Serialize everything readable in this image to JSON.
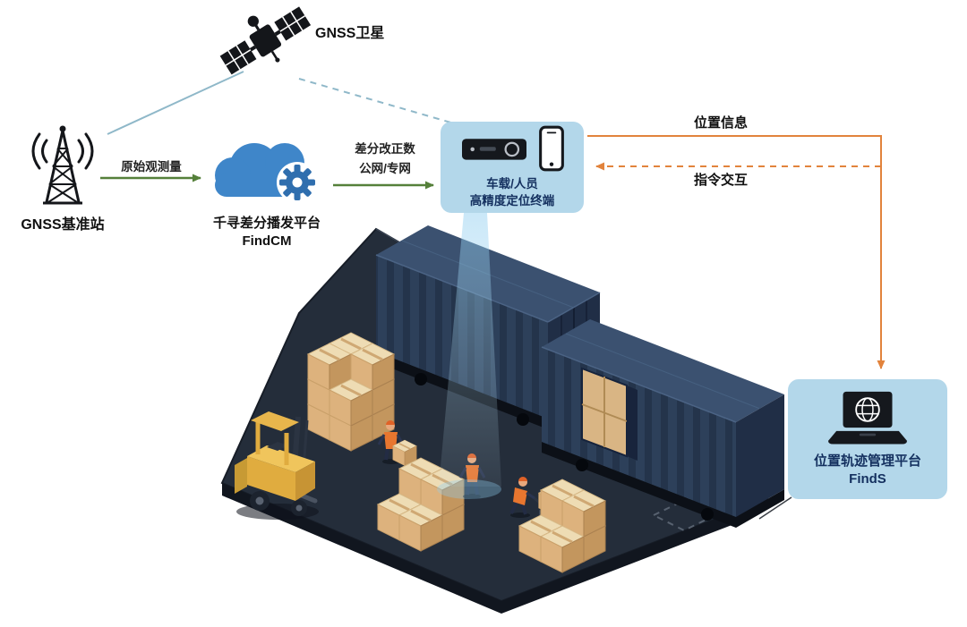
{
  "nodes": {
    "satellite": {
      "label": "GNSS卫星",
      "icon": "gnss-satellite-icon"
    },
    "base_station": {
      "label": "GNSS基准站",
      "icon": "radio-tower-icon"
    },
    "cloud_platform": {
      "name": "千寻差分播发平台",
      "product": "FindCM",
      "icon": "cloud-gear-icon"
    },
    "terminal": {
      "line1": "车载/人员",
      "line2": "高精度定位终端",
      "icons": [
        "gnss-receiver-icon",
        "smartphone-icon"
      ]
    },
    "management_platform": {
      "name": "位置轨迹管理平台",
      "product": "FindS",
      "icon": "laptop-globe-icon"
    }
  },
  "links": {
    "satellite_to_station": {
      "style": "solid teal line"
    },
    "satellite_to_terminal": {
      "style": "dashed teal line"
    },
    "raw_observation": {
      "label": "原始观测量",
      "style": "green arrow right"
    },
    "corrections": {
      "line1": "差分改正数",
      "line2": "公网/专网",
      "style": "green arrow right"
    },
    "position_info": {
      "label": "位置信息",
      "style": "orange arrow to platform"
    },
    "command_interaction": {
      "label": "指令交互",
      "style": "orange dashed arrow to terminal"
    }
  },
  "colors": {
    "node_box_bg": "#b3d7ea",
    "cloud_blue": "#3f86c9",
    "gear_blue": "#2f6eae",
    "arrow_green": "#55803a",
    "arrow_orange": "#e2833c",
    "line_teal": "#8fb8c9",
    "label_dark_navy": "#14305f",
    "label_black": "#111111",
    "platform_dark": "#242d3a",
    "container_navy": "#2d405a",
    "carton_tan": "#ddb27d",
    "forklift_yellow": "#e0ac3f",
    "beam_blue": "#8ecdf0"
  }
}
